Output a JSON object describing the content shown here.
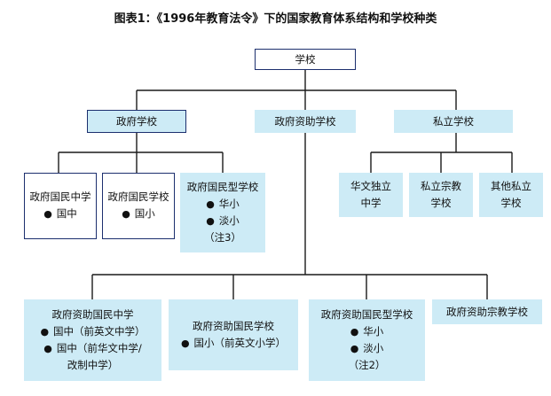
{
  "title": "图表1：《1996年教育法令》下的国家教育体系结构和学校种类",
  "root": "学校",
  "categories": {
    "government": "政府学校",
    "aided": "政府资助学校",
    "private": "私立学校"
  },
  "government_schools": {
    "national_secondary": {
      "name": "政府国民中学",
      "items": [
        "国中"
      ]
    },
    "national_primary": {
      "name": "政府国民学校",
      "items": [
        "国小"
      ]
    },
    "national_type": {
      "name": "政府国民型学校",
      "items": [
        "华小",
        "淡小"
      ],
      "note": "（注3）"
    }
  },
  "private_schools": {
    "independent": [
      "华文独立",
      "中学"
    ],
    "religious": [
      "私立宗教",
      "学校"
    ],
    "other": [
      "其他私立",
      "学校"
    ]
  },
  "aided_schools": {
    "national_secondary": {
      "name": "政府资助国民中学",
      "items": [
        "国中（前英文中学）",
        "国中（前华文中学/"
      ],
      "continuation": "改制中学）"
    },
    "national_primary": {
      "name": "政府资助国民学校",
      "items": [
        "国小（前英文小学）"
      ]
    },
    "national_type": {
      "name": "政府资助国民型学校",
      "items": [
        "华小",
        "淡小"
      ],
      "note": "（注2）"
    },
    "religious": {
      "name": "政府资助宗教学校"
    }
  }
}
